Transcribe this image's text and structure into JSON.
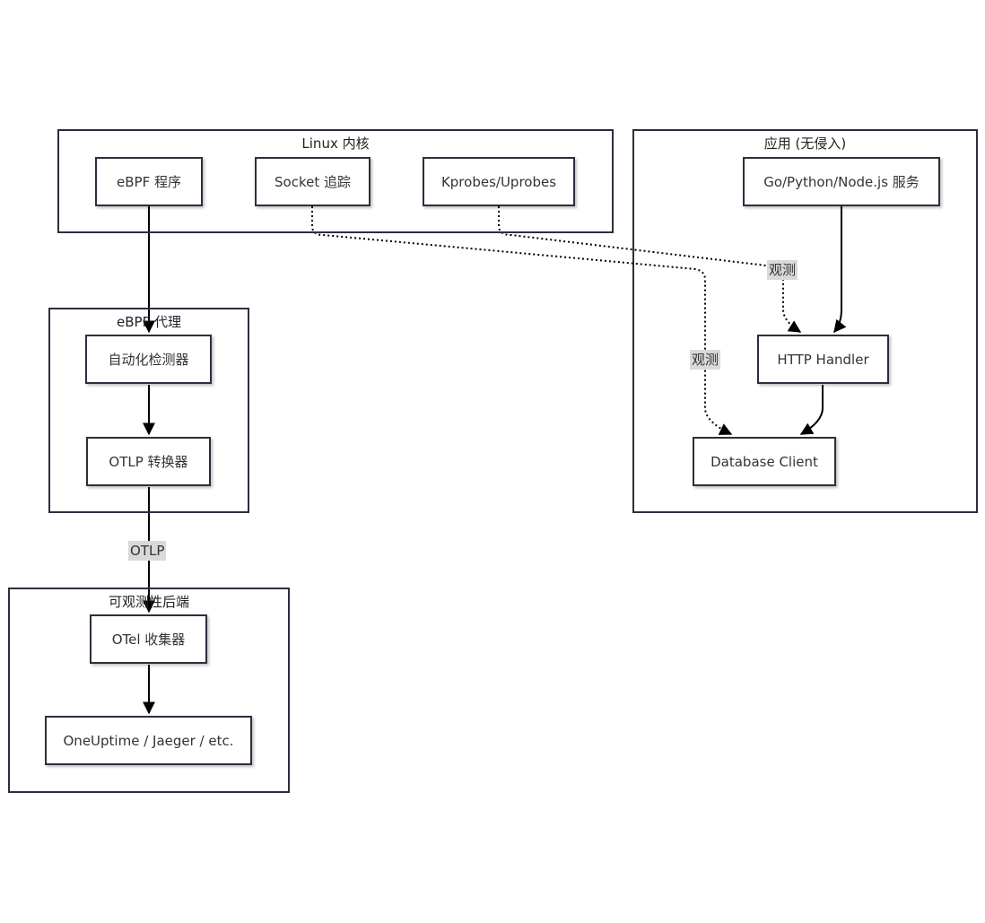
{
  "clusters": {
    "kernel": "Linux 内核",
    "app": "应用 (无侵入)",
    "agent": "eBPF 代理",
    "backend": "可观测性后端"
  },
  "nodes": {
    "ebpf_program": "eBPF 程序",
    "socket_trace": "Socket 追踪",
    "kprobes": "Kprobes/Uprobes",
    "service": "Go/Python/Node.js 服务",
    "http_handler": "HTTP Handler",
    "db_client": "Database Client",
    "auto_instrument": "自动化检测器",
    "otlp_converter": "OTLP 转换器",
    "otel_collector": "OTel 收集器",
    "backends": "OneUptime / Jaeger / etc."
  },
  "edge_labels": {
    "observe_http": "观测",
    "observe_db": "观测",
    "otlp": "OTLP"
  },
  "colors": {
    "stroke": "#2f2d3d",
    "edge": "#000000",
    "label_bg": "#d9d9d9"
  }
}
